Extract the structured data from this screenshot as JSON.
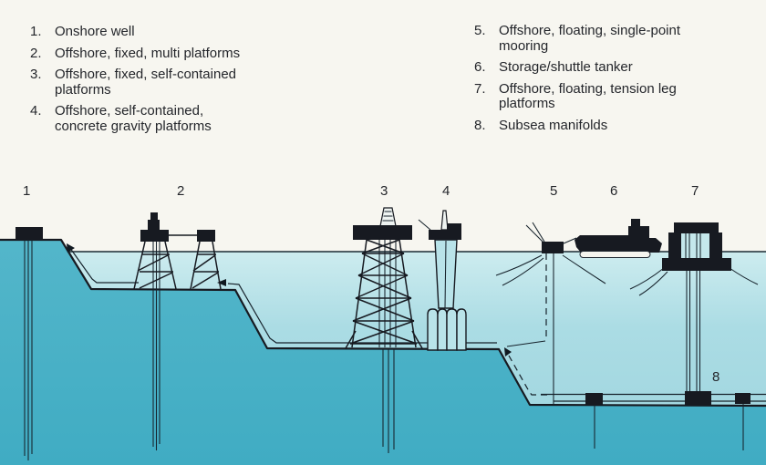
{
  "title": "Offshore oil and gas production systems diagram",
  "legend": {
    "items": [
      {
        "num": "1.",
        "text": "Onshore well"
      },
      {
        "num": "2.",
        "text": "Offshore, fixed, multi platforms"
      },
      {
        "num": "3.",
        "text": "Offshore, fixed, self-contained\nplatforms"
      },
      {
        "num": "4.",
        "text": "Offshore, self-contained,\nconcrete gravity platforms"
      },
      {
        "num": "5.",
        "text": "Offshore, floating, single-point\nmooring"
      },
      {
        "num": "6.",
        "text": "Storage/shuttle tanker"
      },
      {
        "num": "7.",
        "text": "Offshore, floating, tension leg\nplatforms"
      },
      {
        "num": "8.",
        "text": "Subsea manifolds"
      }
    ]
  },
  "diagram": {
    "labels": [
      "1",
      "2",
      "3",
      "4",
      "5",
      "6",
      "7",
      "8"
    ]
  },
  "colors": {
    "sky": "#f7f6f0",
    "sea": "#abdce4",
    "sea-light": "#c9eaee",
    "ground": "#47b0c5",
    "ink": "#171a21",
    "text": "#24262b"
  }
}
